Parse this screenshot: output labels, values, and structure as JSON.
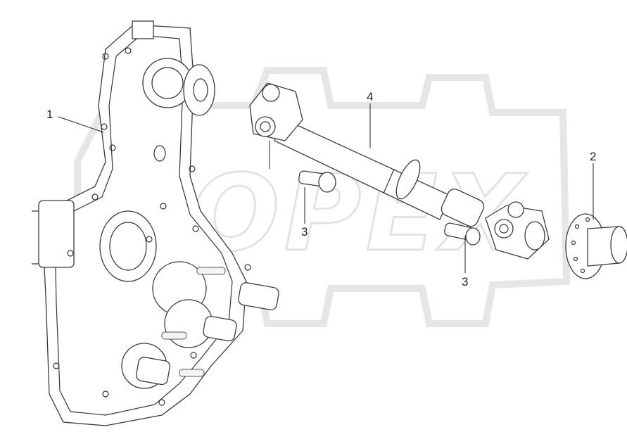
{
  "callouts": [
    {
      "id": "1",
      "label": "1"
    },
    {
      "id": "2",
      "label": "2"
    },
    {
      "id": "3a",
      "label": "3"
    },
    {
      "id": "3b",
      "label": "3"
    },
    {
      "id": "4",
      "label": "4"
    }
  ],
  "watermark": {
    "text": "OPEX"
  },
  "colors": {
    "line": "#333333",
    "watermark": "#e3e3e3",
    "background": "#ffffff"
  }
}
